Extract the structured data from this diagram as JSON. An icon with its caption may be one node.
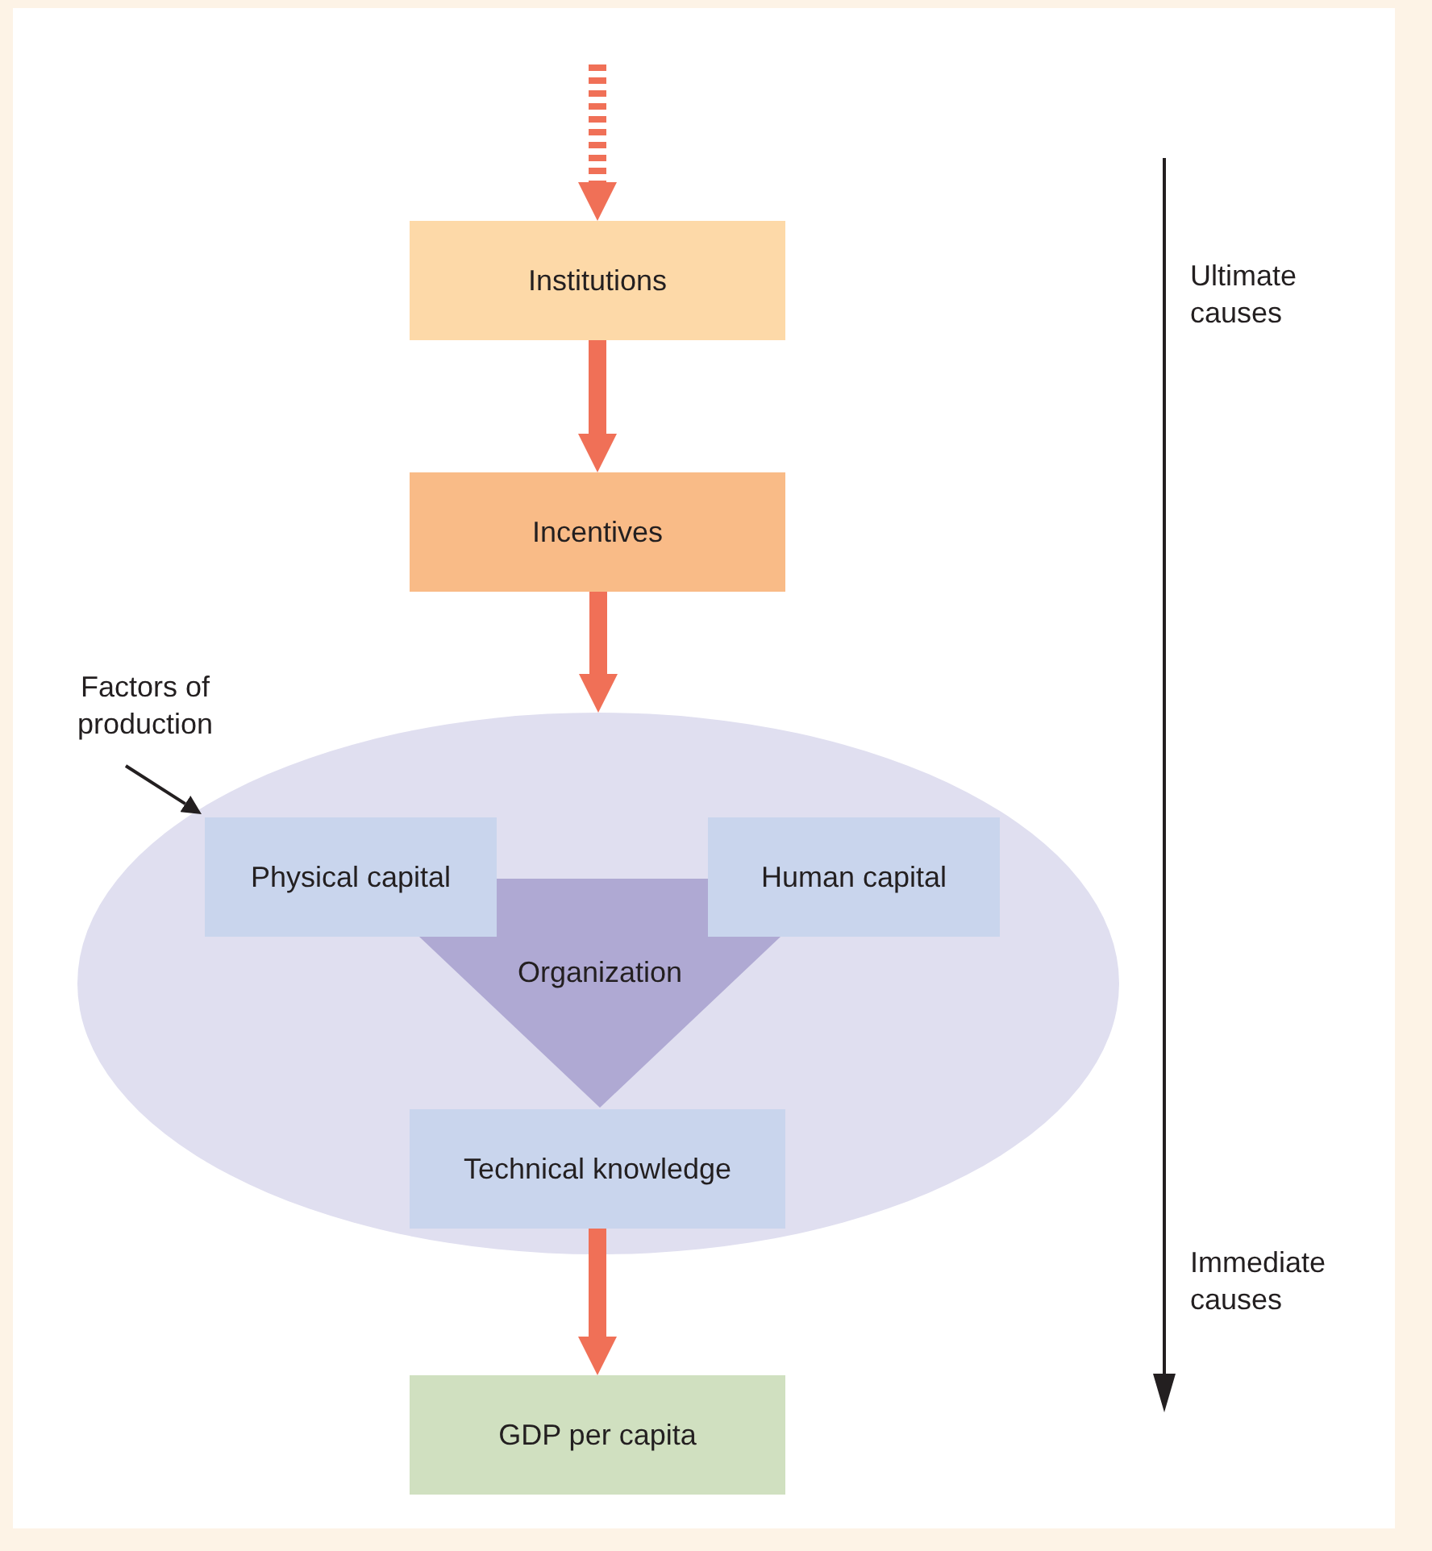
{
  "diagram": {
    "nodes": [
      {
        "text": [
          "Institutions"
        ]
      },
      {
        "text": [
          "Incentives"
        ]
      },
      {
        "text": [],
        "shape": "ellipse"
      },
      {
        "text": [
          "Physical capital"
        ],
        "in": 2
      },
      {
        "text": [
          "Human capital"
        ],
        "in": 2
      },
      {
        "text": [
          "Organization"
        ],
        "in": 2
      },
      {
        "text": [
          "Technical knowledge"
        ],
        "in": 2
      },
      {
        "text": [
          "GDP per capita"
        ]
      },
      {
        "text": [
          "Factors of production"
        ]
      }
    ],
    "edges": [
      {
        "from": null,
        "to": 0,
        "arrow": "to",
        "style": "dashed"
      },
      {
        "from": 0,
        "to": 1,
        "arrow": "to"
      },
      {
        "from": 1,
        "to": 2,
        "arrow": "to"
      },
      {
        "from": 6,
        "to": 7,
        "arrow": "to"
      },
      {
        "from": 8,
        "to": 3,
        "arrow": "to",
        "color": "#231f20"
      }
    ],
    "labels": [
      "Ultimate causes",
      "Immediate causes"
    ]
  }
}
